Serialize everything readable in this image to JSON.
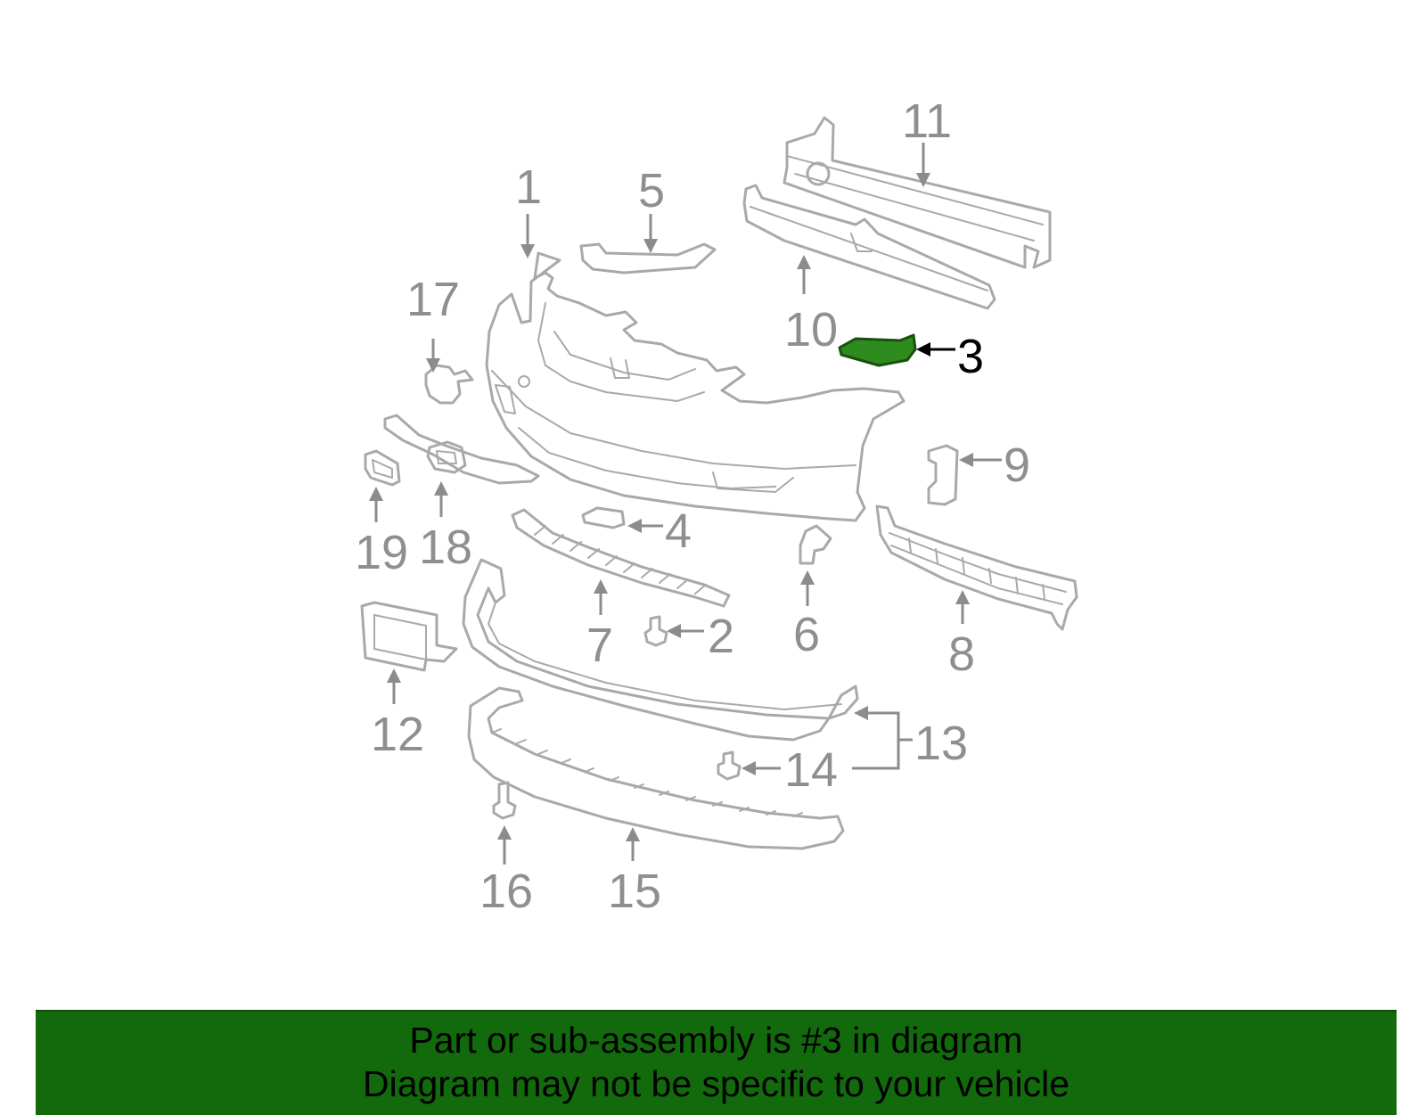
{
  "diagram": {
    "highlighted_part": "3",
    "highlight_color": "#2e8b1e",
    "part_line_color": "#a9a9a9",
    "callouts": {
      "c1": "1",
      "c2": "2",
      "c3": "3",
      "c4": "4",
      "c5": "5",
      "c6": "6",
      "c7": "7",
      "c8": "8",
      "c9": "9",
      "c10": "10",
      "c11": "11",
      "c12": "12",
      "c13": "13",
      "c14": "14",
      "c15": "15",
      "c16": "16",
      "c17": "17",
      "c18": "18",
      "c19": "19"
    }
  },
  "banner": {
    "background": "#126a0c",
    "line1": "Part or sub-assembly is #3 in diagram",
    "line2": "Diagram may not be specific to your vehicle"
  }
}
